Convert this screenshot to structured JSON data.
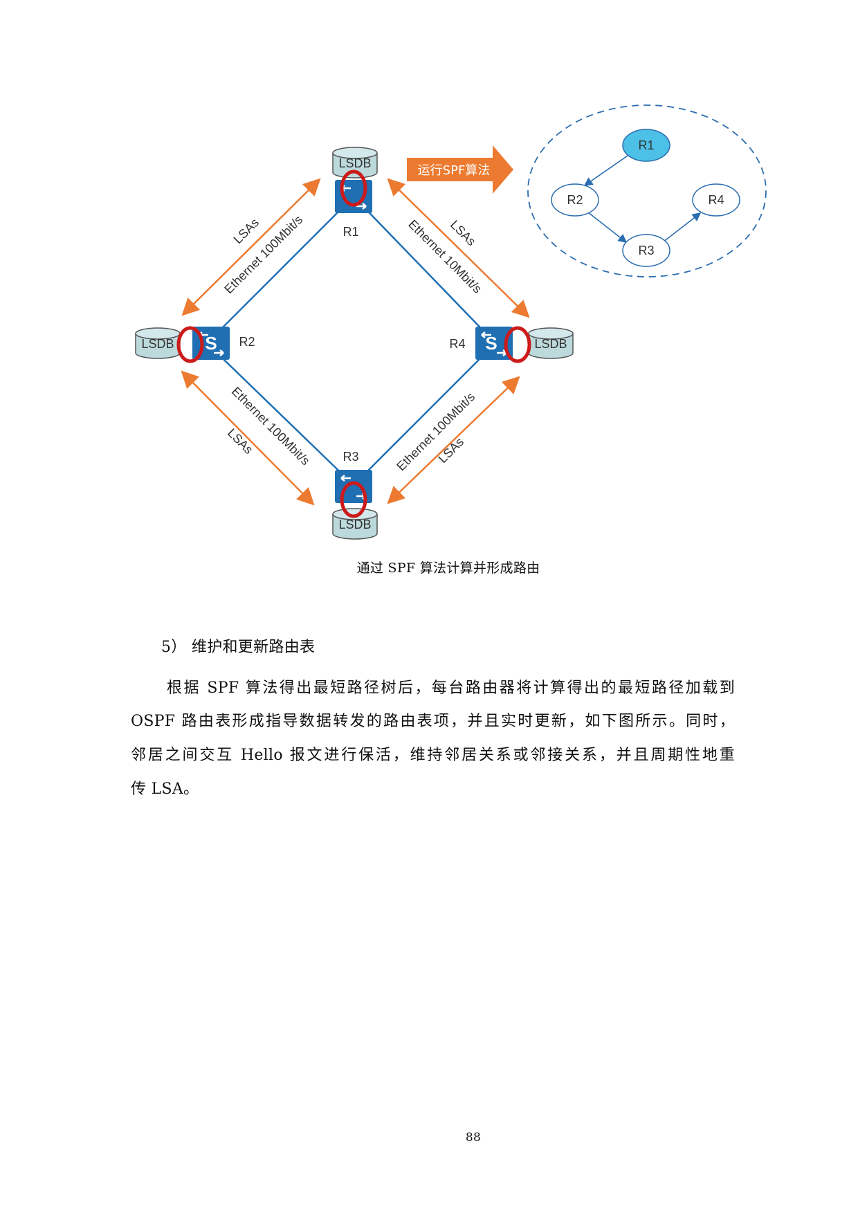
{
  "diagram": {
    "routers": [
      "R1",
      "R2",
      "R3",
      "R4"
    ],
    "lsdb_label": "LSDB",
    "switch_glyph": "S",
    "links": {
      "r1_r2": "Ethernet 100Mbit/s",
      "r1_r4": "Ethernet 10Mbit/s",
      "r2_r3": "Ethernet 100Mbit/s",
      "r3_r4": "Ethernet 100Mbit/s"
    },
    "lsa_label": "LSAs",
    "spf_arrow_label": "运行SPF算法",
    "tree_nodes": [
      "R1",
      "R2",
      "R3",
      "R4"
    ],
    "colors": {
      "router": "#1f6fb2",
      "lsa": "#ec7a30",
      "root": "#4cc0e6",
      "tree_border": "#2a6db0",
      "cycle": "#cc1a1a",
      "lsdb": "#bcd9dc"
    }
  },
  "caption": "通过 SPF 算法计算并形成路由",
  "section_heading": "5） 维护和更新路由表",
  "paragraph_lines": [
    "根据 SPF 算法得出最短路径树后，每台路由器将计算得出的最短路径加载到",
    "OSPF 路由表形成指导数据转发的路由表项，并且实时更新，如下图所示。同时，",
    "邻居之间交互 Hello 报文进行保活，维持邻居关系或邻接关系，并且周期性地重",
    "传 LSA。"
  ],
  "page_number": "88"
}
